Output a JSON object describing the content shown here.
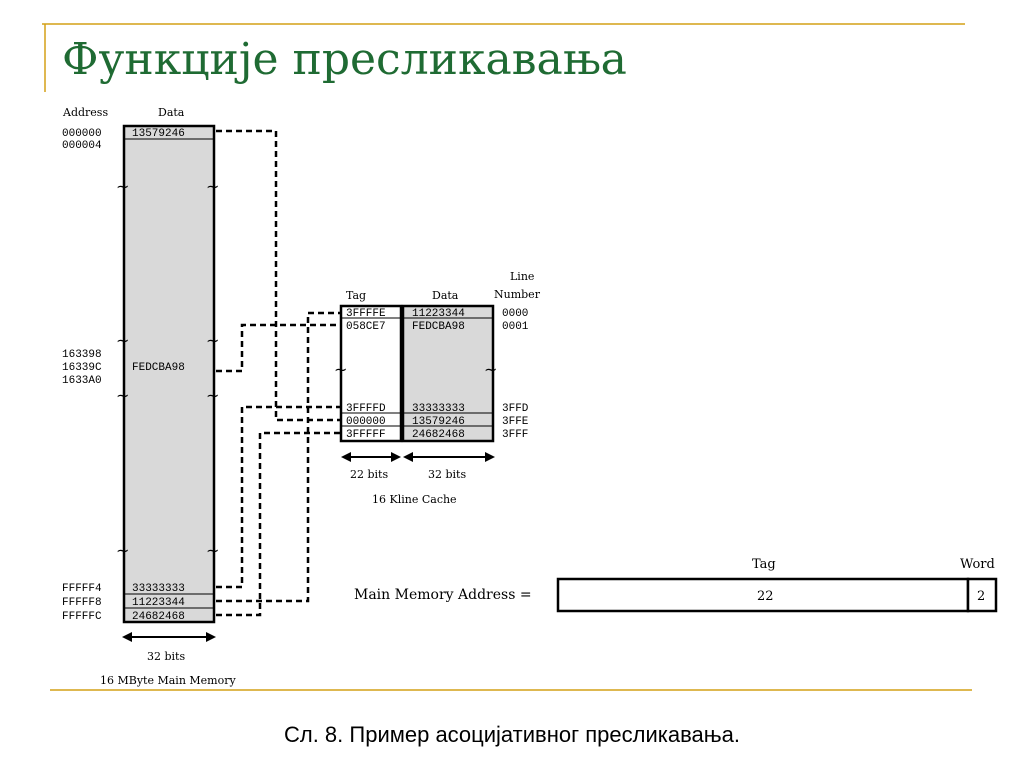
{
  "title": "Функције пресликавања",
  "caption": "Сл. 8. Пример асоцијативног пресликавања.",
  "main_memory": {
    "address_header": "Address",
    "data_header": "Data",
    "rows_top": [
      {
        "address": "000000",
        "data": "13579246"
      },
      {
        "address": "000004",
        "data": ""
      }
    ],
    "rows_mid": [
      {
        "address": "163398",
        "data": ""
      },
      {
        "address": "16339C",
        "data": "FEDCBA98"
      },
      {
        "address": "1633A0",
        "data": ""
      }
    ],
    "rows_bottom": [
      {
        "address": "FFFFF4",
        "data": "33333333"
      },
      {
        "address": "FFFFF8",
        "data": "11223344"
      },
      {
        "address": "FFFFFC",
        "data": "24682468"
      }
    ],
    "width_label": "32 bits",
    "label": "16 MByte Main Memory"
  },
  "cache": {
    "tag_header": "Tag",
    "data_header": "Data",
    "line_header_1": "Line",
    "line_header_2": "Number",
    "rows_top": [
      {
        "tag": "3FFFFE",
        "data": "11223344",
        "line": "0000"
      },
      {
        "tag": "058CE7",
        "data": "FEDCBA98",
        "line": "0001"
      }
    ],
    "rows_bottom": [
      {
        "tag": "3FFFFD",
        "data": "33333333",
        "line": "3FFD"
      },
      {
        "tag": "000000",
        "data": "13579246",
        "line": "3FFE"
      },
      {
        "tag": "3FFFFF",
        "data": "24682468",
        "line": "3FFF"
      }
    ],
    "tag_width_label": "22 bits",
    "data_width_label": "32 bits",
    "label": "16 Kline Cache"
  },
  "address_format": {
    "label": "Main Memory Address =",
    "tag_header": "Tag",
    "word_header": "Word",
    "tag_bits": "22",
    "word_bits": "2"
  },
  "colors": {
    "title": "#1f6b33",
    "accent_line": "#d4a017",
    "fill": "#d9d9d9"
  }
}
